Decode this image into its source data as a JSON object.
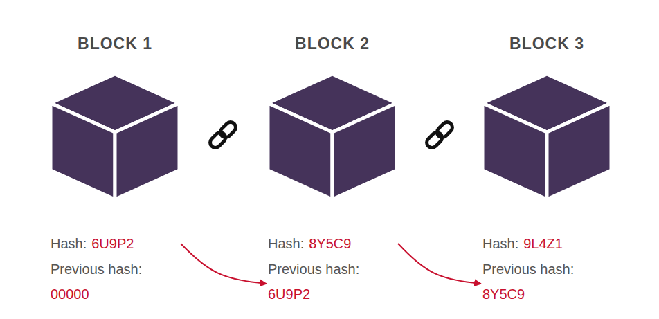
{
  "diagram": {
    "nodes": [
      {
        "text": [
          "BLOCK 1",
          "Hash:",
          "6U9P2",
          "Previous hash:",
          "00000"
        ]
      },
      {
        "text": [
          "BLOCK 2",
          "Hash:",
          "8Y5C9",
          "Previous hash:",
          "6U9P2"
        ]
      },
      {
        "text": [
          "BLOCK 3",
          "Hash:",
          "9L4Z1",
          "Previous hash:",
          "8Y5C9"
        ]
      }
    ],
    "edges": [
      {
        "from": 0,
        "to": 1,
        "arrow": "to"
      },
      {
        "from": 1,
        "to": 2,
        "arrow": "to"
      }
    ]
  }
}
